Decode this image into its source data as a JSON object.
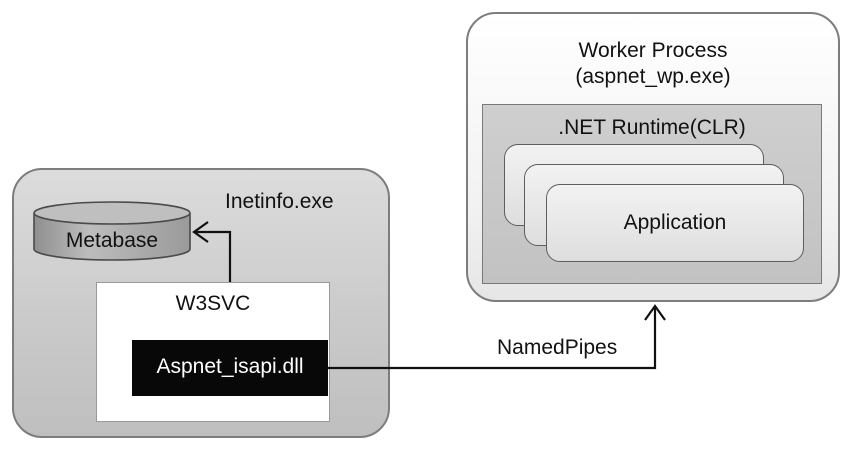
{
  "inetinfo": {
    "title": "Inetinfo.exe",
    "metabase_label": "Metabase",
    "w3svc": {
      "title": "W3SVC",
      "isapi_label": "Aspnet_isapi.dll"
    }
  },
  "worker_process": {
    "title": "Worker Process",
    "subtitle": "(aspnet_wp.exe)",
    "runtime_label": ".NET Runtime(CLR)",
    "application_label": "Application"
  },
  "connection": {
    "label": "NamedPipes"
  }
}
